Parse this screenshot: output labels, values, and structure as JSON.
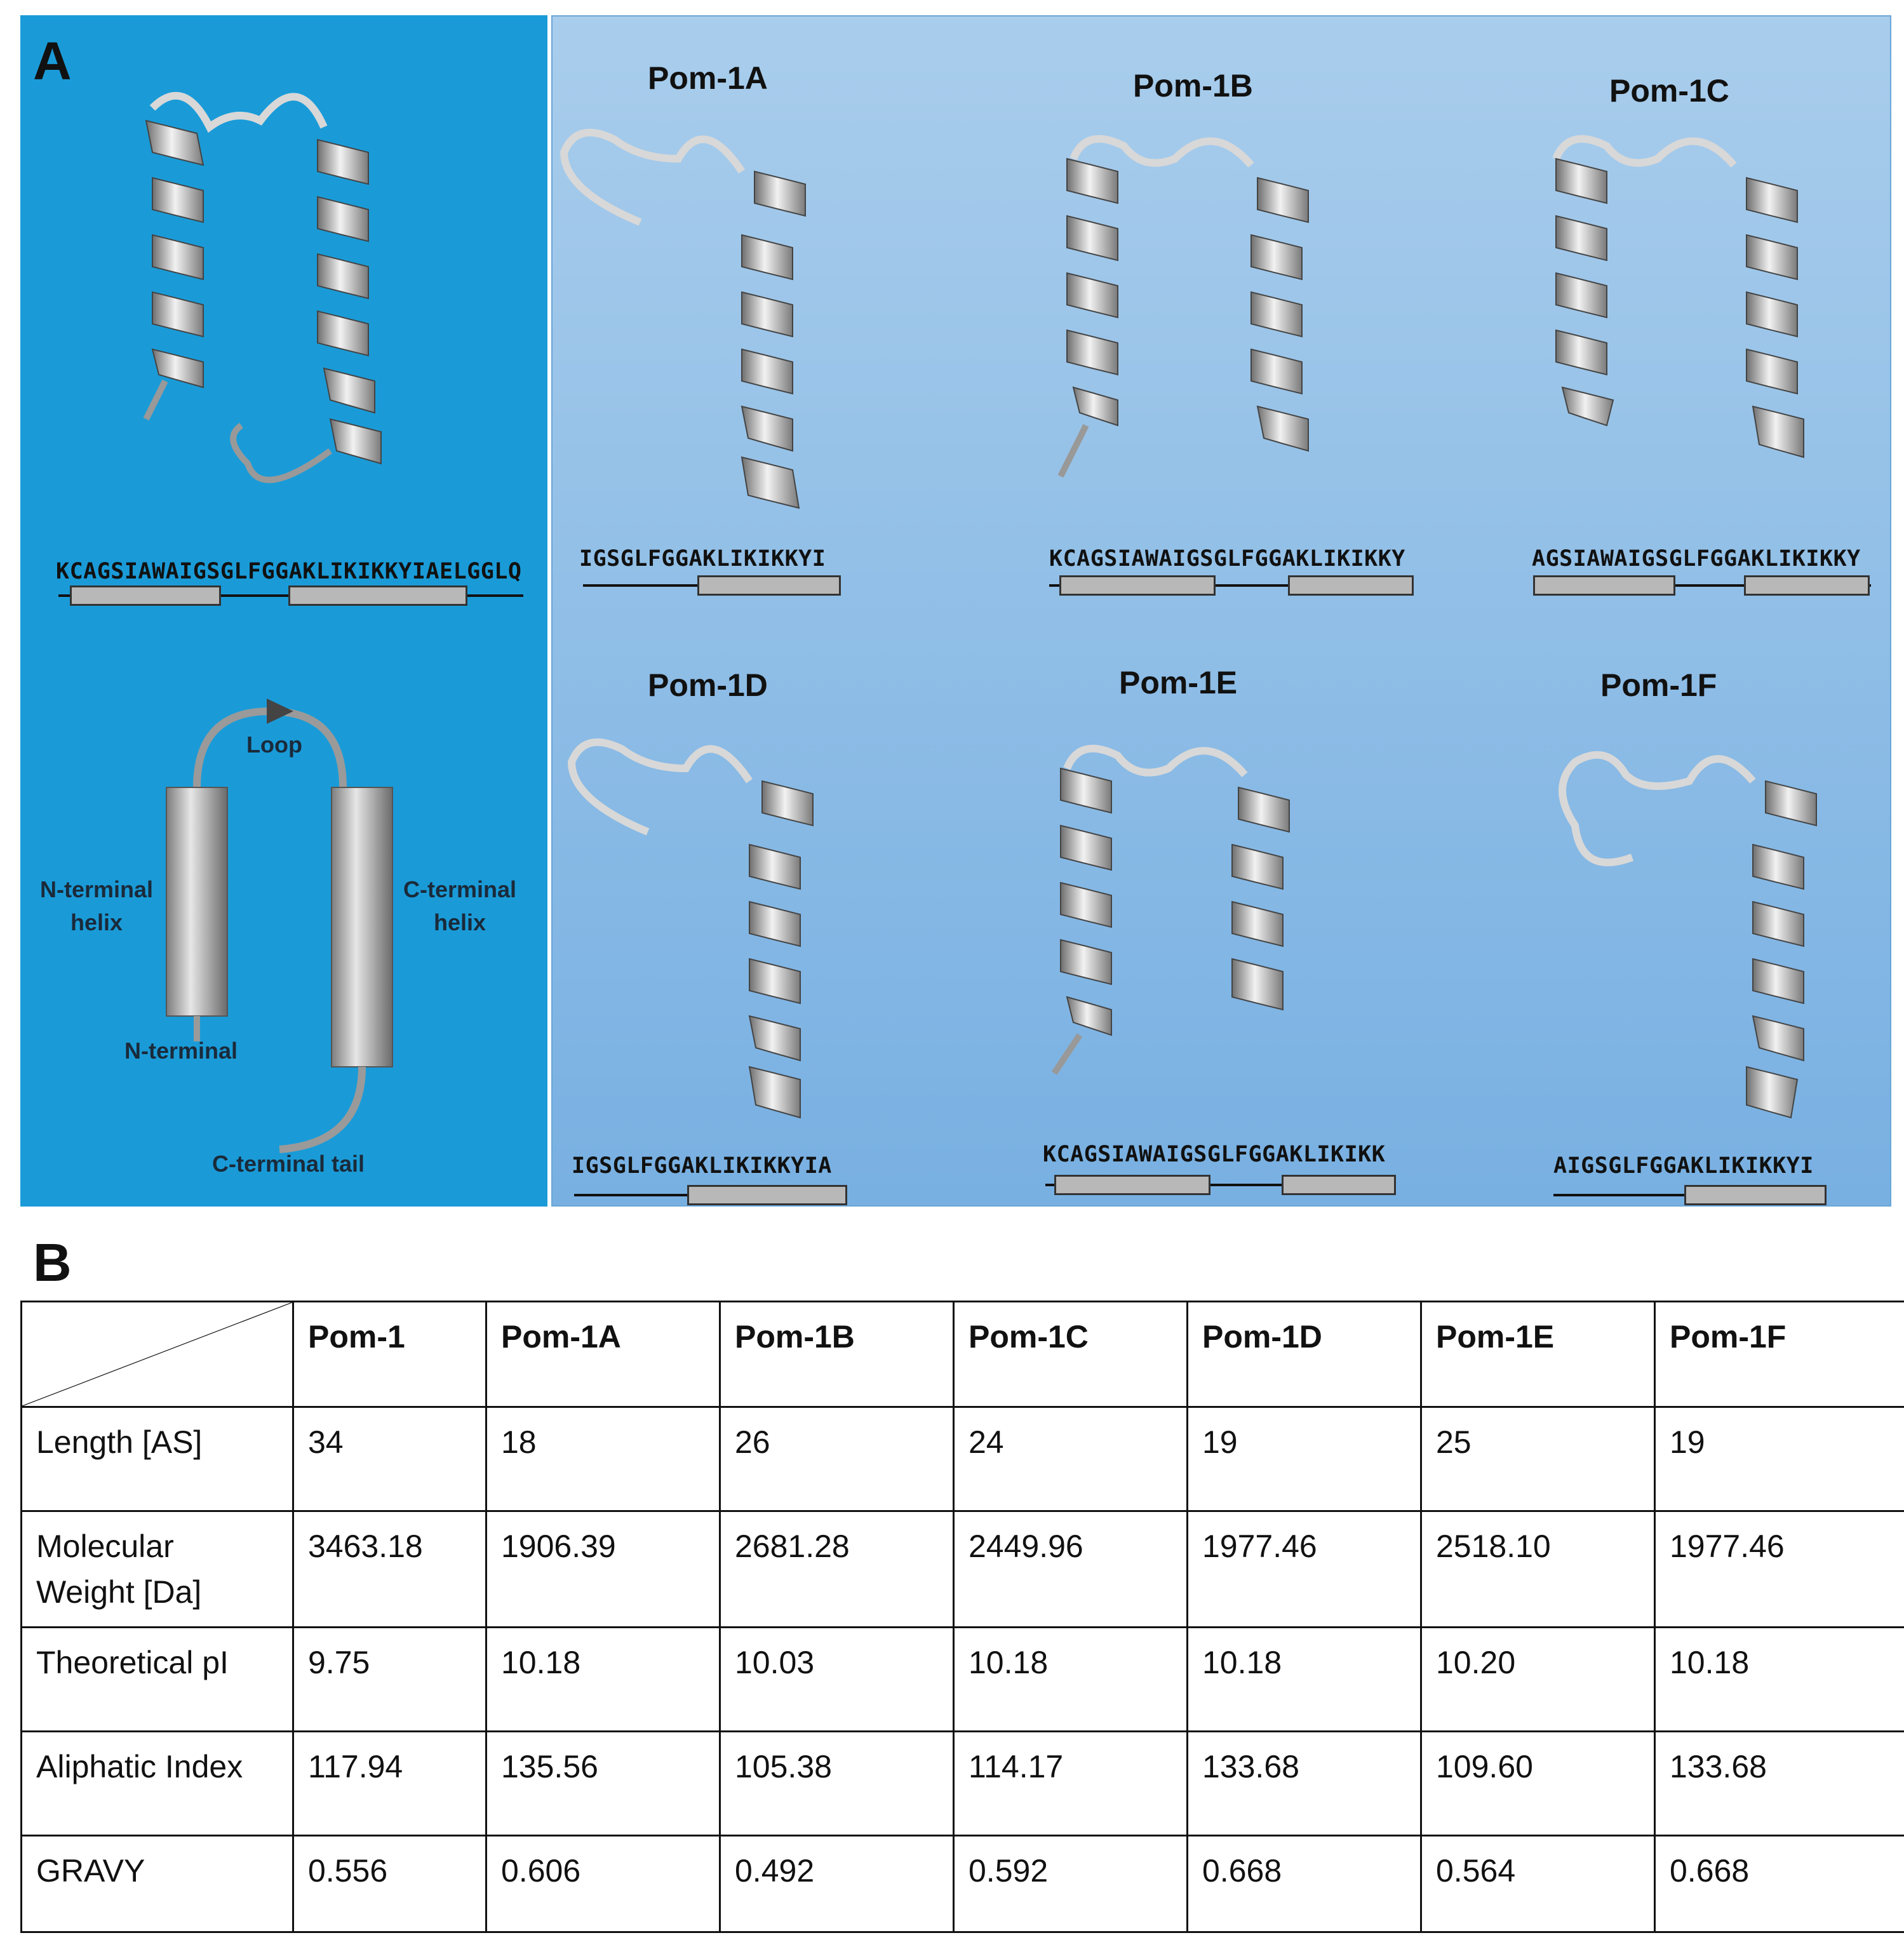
{
  "panel_a": {
    "label": "A",
    "main_sequence": "KCAGSIAWAIGSGLFGGAKLIKIKKYIAELGGLQ",
    "diagram": {
      "loop": "Loop",
      "n_helix": "N-terminal helix",
      "c_helix": "C-terminal helix",
      "n_term": "N-terminal",
      "c_tail": "C-terminal tail"
    },
    "variants": [
      {
        "name": "Pom-1A",
        "sequence": "IGSGLFGGAKLIKIKKYI"
      },
      {
        "name": "Pom-1B",
        "sequence": "KCAGSIAWAIGSGLFGGAKLIKIKKY"
      },
      {
        "name": "Pom-1C",
        "sequence": "AGSIAWAIGSGLFGGAKLIKIKKY"
      },
      {
        "name": "Pom-1D",
        "sequence": "IGSGLFGGAKLIKIKKYIA"
      },
      {
        "name": "Pom-1E",
        "sequence": "KCAGSIAWAIGSGLFGGAKLIKIKK"
      },
      {
        "name": "Pom-1F",
        "sequence": "AIGSGLFGGAKLIKIKKYI"
      }
    ]
  },
  "panel_b": {
    "label": "B",
    "columns": [
      "Pom-1",
      "Pom-1A",
      "Pom-1B",
      "Pom-1C",
      "Pom-1D",
      "Pom-1E",
      "Pom-1F"
    ],
    "rows": [
      {
        "label": "Length [AS]",
        "values": [
          "34",
          "18",
          "26",
          "24",
          "19",
          "25",
          "19"
        ]
      },
      {
        "label": "Molecular Weight [Da]",
        "values": [
          "3463.18",
          "1906.39",
          "2681.28",
          "2449.96",
          "1977.46",
          "2518.10",
          "1977.46"
        ]
      },
      {
        "label": "Theoretical pI",
        "values": [
          "9.75",
          "10.18",
          "10.03",
          "10.18",
          "10.18",
          "10.20",
          "10.18"
        ]
      },
      {
        "label": "Aliphatic Index",
        "values": [
          "117.94",
          "135.56",
          "105.38",
          "114.17",
          "133.68",
          "109.60",
          "133.68"
        ]
      },
      {
        "label": "GRAVY",
        "values": [
          "0.556",
          "0.606",
          "0.492",
          "0.592",
          "0.668",
          "0.564",
          "0.668"
        ]
      }
    ]
  },
  "colors": {
    "left_panel": "#1a9bd8",
    "right_panel": "#8ebde6",
    "helix_box": "#b8b8b8",
    "ribbon": "#c8c8c8"
  }
}
